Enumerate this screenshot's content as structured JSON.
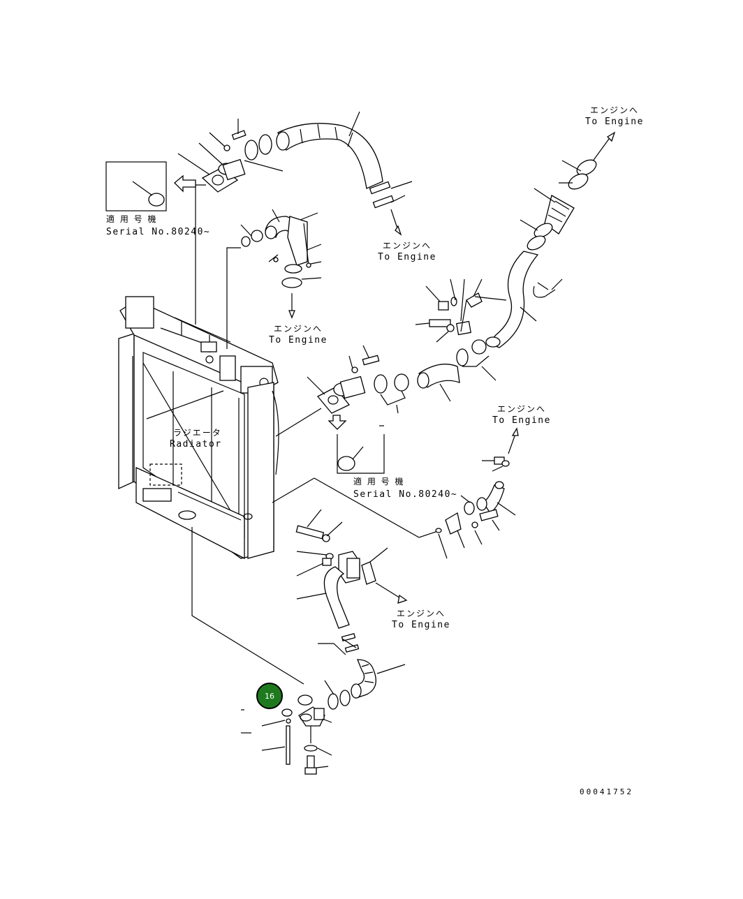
{
  "labels": {
    "engine_jp": "エンジンへ",
    "engine_en": "To Engine",
    "serial_jp": "適 用 号 機",
    "serial_en": "Serial No.80240~",
    "radiator_jp": "ラジエータ",
    "radiator_en": "Radiator"
  },
  "callout": {
    "number": "16",
    "color": "#1f7a1f"
  },
  "document_id": "00041752"
}
